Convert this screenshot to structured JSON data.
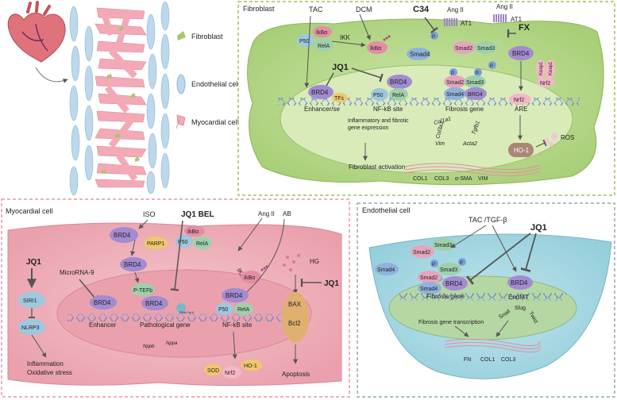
{
  "legend": {
    "fibroblast": "Fibroblast",
    "endothelial": "Endothelial cell",
    "myocardial": "Myocardial cell"
  },
  "fibroblast_panel": {
    "title": "Fibroblast",
    "tac": "TAC",
    "dcm": "DCM",
    "c34": "C34",
    "ang1": "Ang II",
    "ang2": "Ang II",
    "at1a": "AT1",
    "at1b": "AT1",
    "fx": "FX",
    "ikba1": "IkBα",
    "p50": "P50",
    "rela": "RelA",
    "ikk": "IKK",
    "ikba2": "IkBα",
    "jq1": "JQ1",
    "smad4": "Smad4",
    "smad2": "Smad2",
    "smad3": "Smad3",
    "brd4r": "BRD4",
    "keap1a": "Keap1",
    "keap1b": "Keap1",
    "nrf2c": "Nrf2",
    "brd4a": "BRD4",
    "tfs": "TFs",
    "enhancer": "Enhancer/se",
    "brd4b": "BRD4",
    "p50n": "P50",
    "relan": "RelA",
    "nfkb": "NF-kB site",
    "smad2n": "Smad2",
    "smad3n": "Smad3",
    "smad4n": "Smad4",
    "brd4n": "BRD4",
    "fibrosisgene": "Fibrosis gene",
    "nrf2n": "Nrf2",
    "are": "ARE",
    "p1": "P",
    "p2": "P",
    "p3": "P",
    "p4": "P",
    "inflam1": "Inflammatory and fibrotic",
    "inflam2": "gene expression",
    "col1a1": "Col1a1",
    "col3a1": "Col3a1",
    "tgfb1": "Tgfb1",
    "vim": "Vim",
    "acta2": "Acta2",
    "ho1": "HO-1",
    "ros": "ROS",
    "activation": "Fibroblast activation",
    "col1": "COL1",
    "col3": "COL3",
    "asma": "α-SMA",
    "vimp": "VIM"
  },
  "myocardial_panel": {
    "title": "Myocardial cell",
    "iso": "ISO",
    "jq1bel": "JQ1 BEL",
    "angii": "Ang II",
    "ab": "AB",
    "brd4a": "BRD4",
    "parp1": "PARP1",
    "ikba": "IkBα",
    "p50": "P50",
    "rela": "RelA",
    "brd4b": "BRD4",
    "ikk": "IKK",
    "ikba2": "IkBα",
    "hg": "HG",
    "jq1": "JQ1",
    "jq1b": "JQ1",
    "mirna": "MicroRNA-9",
    "sirt1": "SIRI1",
    "nlrp3": "NLRP3",
    "inflammation": "Inflammation",
    "oxstress": "Oxidative stress",
    "ptefb": "P-TEFb",
    "brd4c": "BRD4",
    "brd4d": "BRD4",
    "brd4e": "BRD4",
    "enhancer": "Enhancer",
    "pathgene": "Pathological gene",
    "polii": "RNA Pol II",
    "p50n": "P50",
    "relan": "RelA",
    "nfkb": "NF-kB site",
    "bax": "BAX",
    "bcl2": "Bcl2",
    "apoptosis": "Apoptosis",
    "nppb": "Nppb",
    "nppa": "Nppa",
    "sod": "SOD",
    "nrf2": "Nrf2",
    "ho1": "HO-1"
  },
  "endothelial_panel": {
    "title": "Endothelial cell",
    "tac": "TAC /TGF-β",
    "jq1": "JQ1",
    "smad2": "Smad2",
    "smad3": "Smad3",
    "smad4": "Smad4",
    "smad3b": "Smad3",
    "smad2b": "Smad2",
    "smad4b": "Smad4",
    "brd4a": "BRD4",
    "brd4b": "BRD4",
    "fibgene": "Fibrosis gene",
    "endmt": "EndMT",
    "slug": "Slug",
    "snail": "Snail",
    "twist": "Twist",
    "transcription": "Fibrosis gene transcription",
    "fn": "FN",
    "col1": "COL1",
    "col3": "COL3",
    "p1": "P",
    "p2": "P",
    "p3": "P"
  }
}
